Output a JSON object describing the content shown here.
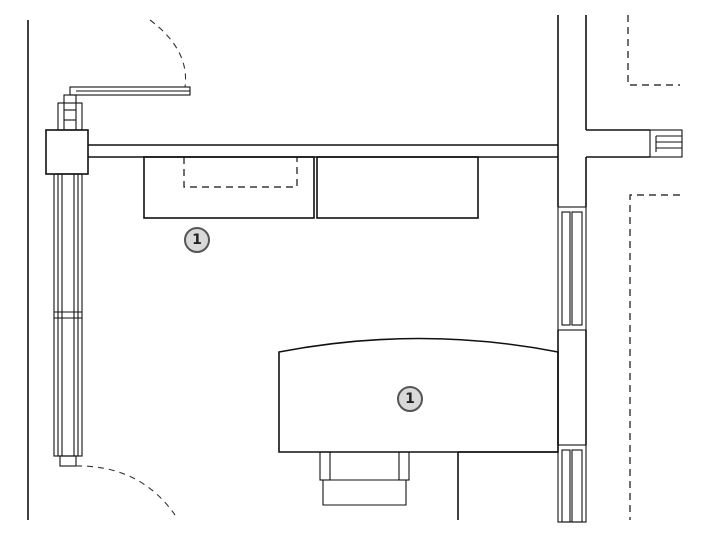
{
  "plan": {
    "callouts": [
      {
        "id": "cabinet-run",
        "label": "1"
      },
      {
        "id": "desk",
        "label": "1"
      }
    ],
    "colors": {
      "line": "#111111",
      "callout_fill": "#d9d9d9",
      "callout_stroke": "#555555",
      "background": "#ffffff"
    }
  }
}
